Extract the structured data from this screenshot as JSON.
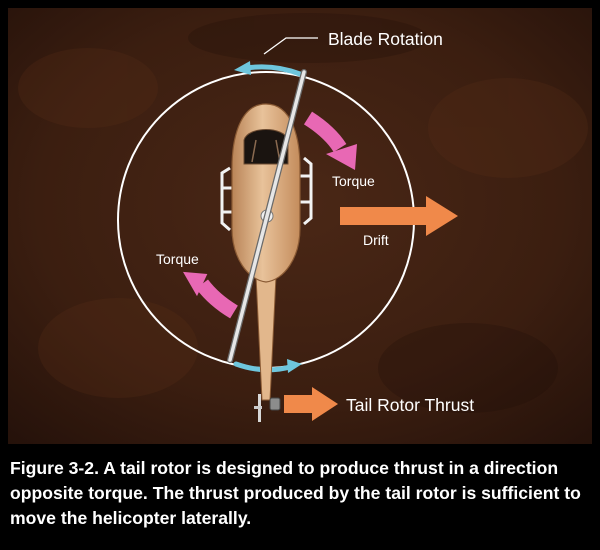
{
  "labels": {
    "blade_rotation": "Blade Rotation",
    "torque_right": "Torque",
    "torque_left": "Torque",
    "drift": "Drift",
    "tail_rotor_thrust": "Tail Rotor Thrust"
  },
  "caption": "Figure 3-2. A tail rotor is designed to produce thrust in a direction opposite torque. The thrust produced by the tail rotor is sufficient to move the helicopter laterally.",
  "colors": {
    "background_brown": "#3a1d10",
    "rotation_arrow": "#6ec6dd",
    "torque_arrow": "#e868b4",
    "thrust_arrow": "#f0894a",
    "fuselage": "#d9ad82"
  }
}
